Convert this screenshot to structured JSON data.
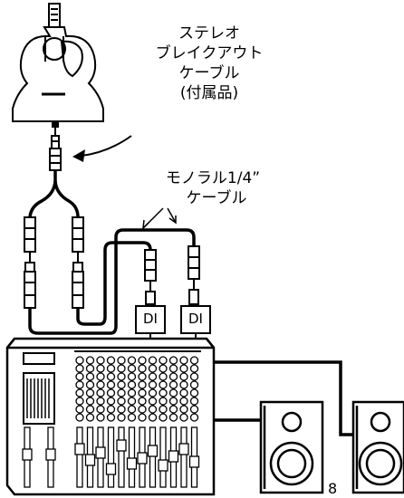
{
  "labels": {
    "breakout_cable": [
      "ステレオ",
      "ブレイクアウト",
      "ケーブル",
      "(付属品)"
    ],
    "mono_cable": [
      "モノラル1/4”",
      "ケーブル"
    ],
    "di_left": "DI",
    "di_right": "DI",
    "page_number": "8"
  },
  "icons": [
    "acoustic-guitar-icon",
    "mixer-icon",
    "speaker-icon",
    "di-box-icon",
    "jack-plug-icon",
    "arrow-icon"
  ],
  "colors": {
    "line": "#000000",
    "background": "#ffffff"
  }
}
